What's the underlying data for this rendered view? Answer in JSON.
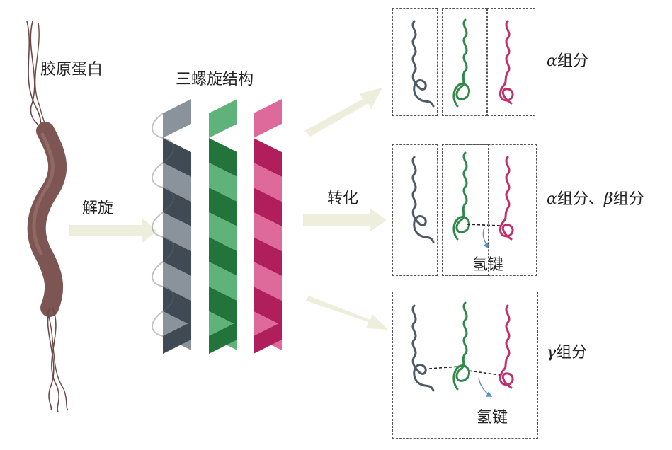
{
  "labels": {
    "collagen": "胶原蛋白",
    "triple_helix": "三螺旋结构",
    "unwind": "解旋",
    "convert": "转化",
    "alpha": {
      "symbol": "α",
      "text": "组分"
    },
    "alpha_beta": {
      "symbol_a": "α",
      "text_a": "组分、",
      "symbol_b": "β",
      "text_b": "组分"
    },
    "gamma": {
      "symbol": "γ",
      "text": "组分"
    },
    "hbond_1": "氢键",
    "hbond_2": "氢键"
  },
  "colors": {
    "collagen_body": "#7d5552",
    "collagen_strand": "#6a4a48",
    "arrow": "#eeeedd",
    "chain_gray": "#4d5966",
    "chain_gray_light": "#8a939c",
    "chain_green": "#2f8a4a",
    "chain_green_light": "#5fb27a",
    "chain_pink": "#c0306e",
    "chain_pink_light": "#de6a9c",
    "hbond_arrow": "#5b8fc7"
  }
}
